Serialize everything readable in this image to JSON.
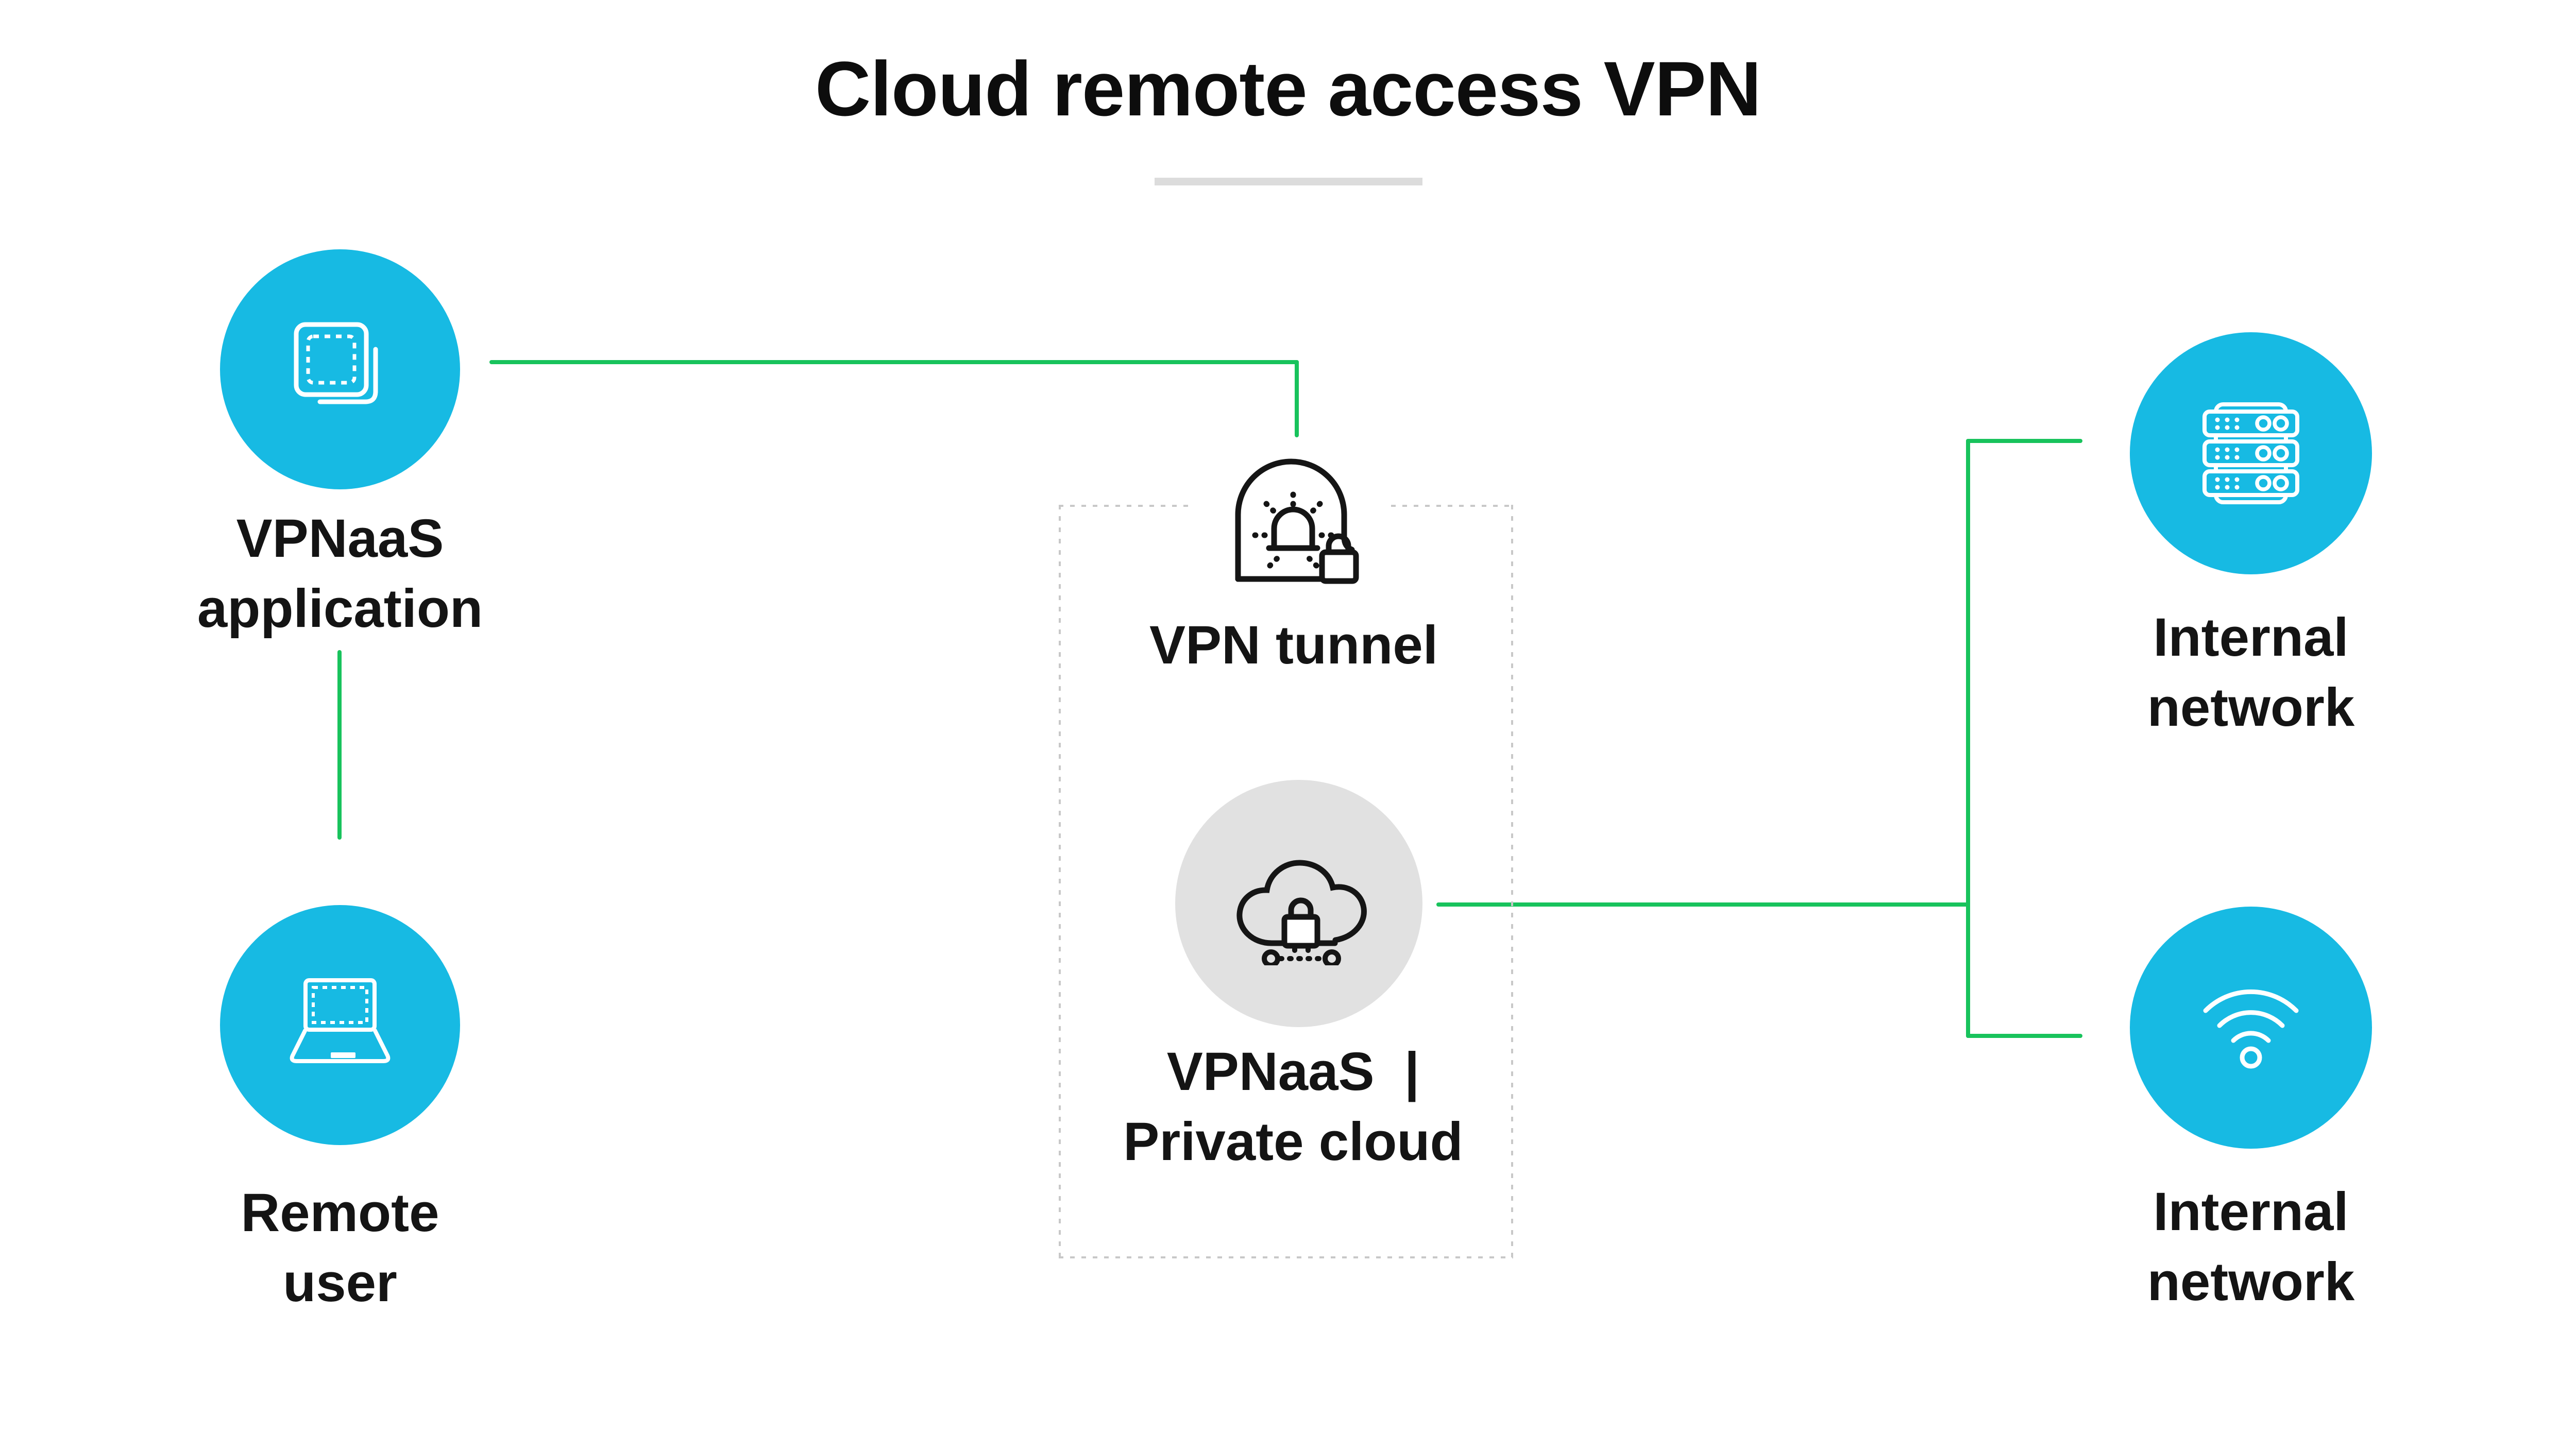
{
  "title": {
    "text": "Cloud remote access VPN"
  },
  "colors": {
    "accent_cyan": "#17BAE3",
    "accent_green": "#18C35C",
    "cloud_circle_gray": "#E1E1E1",
    "title_underline_gray": "#DCDCDC",
    "dashed_box_gray": "#C8C8C8",
    "text_black": "#141414"
  },
  "nodes": {
    "vpnaas_application": {
      "label": "VPNaaS\napplication",
      "icon": "app-copy-icon"
    },
    "remote_user": {
      "label": "Remote\nuser",
      "icon": "laptop-icon"
    },
    "vpn_tunnel": {
      "label": "VPN tunnel",
      "icon": "tunnel-lock-icon"
    },
    "vpnaas_private_cloud": {
      "label": "VPNaaS  |\nPrivate cloud",
      "icon": "cloud-lock-icon"
    },
    "internal_network_servers": {
      "label": "Internal\nnetwork",
      "icon": "server-rack-icon"
    },
    "internal_network_wifi": {
      "label": "Internal\nnetwork",
      "icon": "wifi-icon"
    }
  },
  "edges": [
    {
      "from": "vpnaas_application",
      "to": "vpn_tunnel"
    },
    {
      "from": "vpnaas_application",
      "to": "remote_user"
    },
    {
      "from": "vpnaas_private_cloud",
      "to": "internal_network_servers"
    },
    {
      "from": "vpnaas_private_cloud",
      "to": "internal_network_wifi"
    }
  ]
}
